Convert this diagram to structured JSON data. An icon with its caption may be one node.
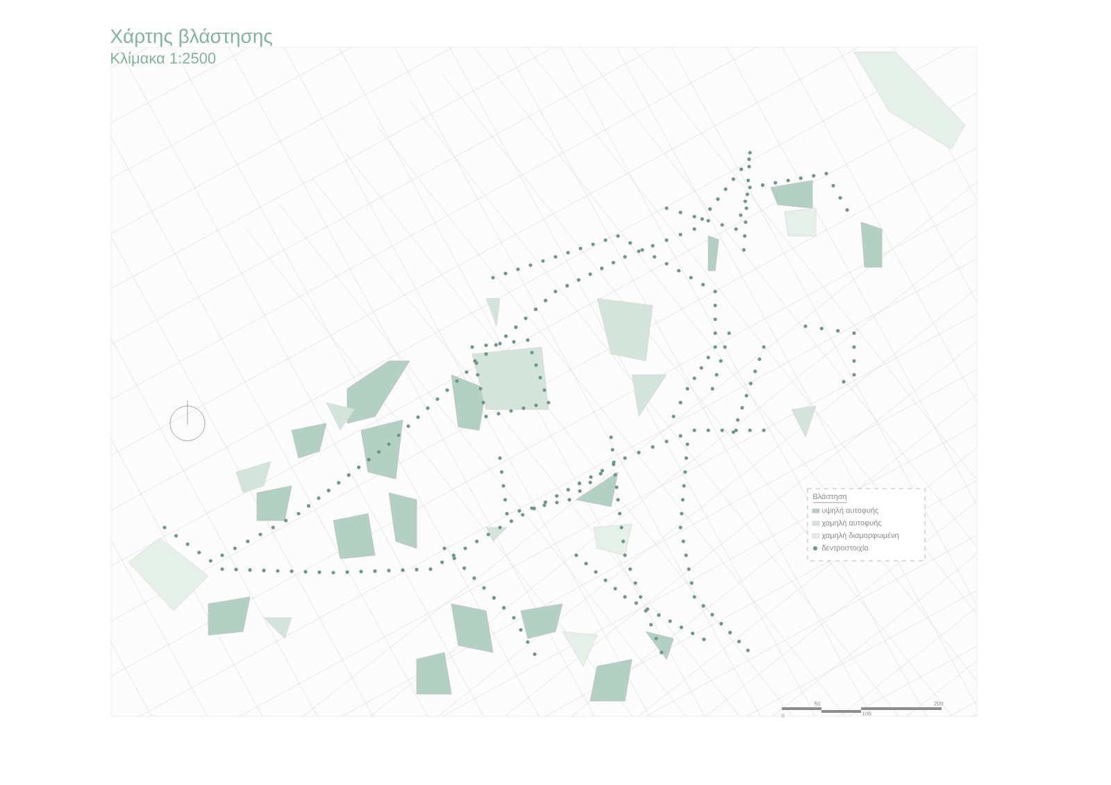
{
  "diagram": {
    "title": "Χάρτης βλάστησης",
    "labels": [
      "Κλίμακα 1:2500",
      "Βλάστηση",
      "0",
      "50",
      "100",
      "200"
    ],
    "legend": [
      {
        "text": "υψηλή αυτοφυής"
      },
      {
        "text": "χαμηλή αυτοφυής"
      },
      {
        "text": "χαμηλή διαμορφωμένη"
      },
      {
        "text": "δεντροστοιχία",
        "color": "#5a9e84"
      }
    ]
  }
}
